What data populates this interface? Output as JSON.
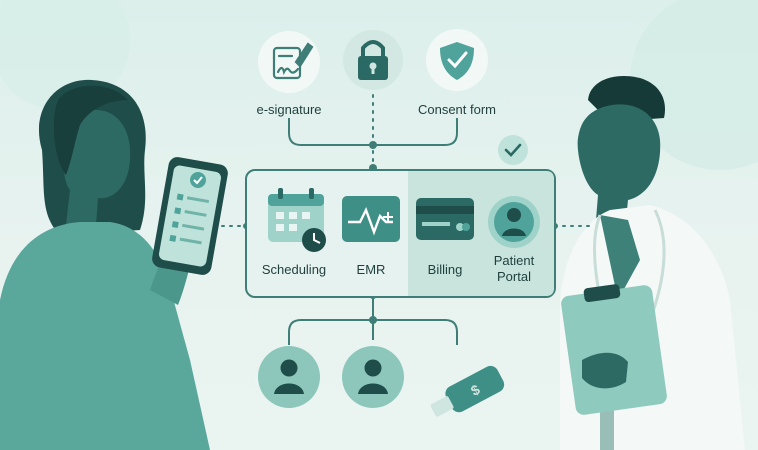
{
  "top_items": [
    {
      "label": "e-signature",
      "icon": "signature-pen-icon"
    },
    {
      "label": "",
      "icon": "padlock-icon"
    },
    {
      "label": "Consent form",
      "icon": "shield-check-icon"
    }
  ],
  "modules": [
    {
      "label": "Scheduling",
      "icon": "calendar-clock-icon"
    },
    {
      "label": "EMR",
      "icon": "heartbeat-chart-icon"
    },
    {
      "label": "Billing",
      "icon": "credit-card-icon"
    },
    {
      "label": "Patient\nPortal",
      "icon": "user-circle-icon"
    }
  ],
  "bottom_items": [
    {
      "icon": "user-avatar-icon"
    },
    {
      "icon": "user-avatar-icon"
    },
    {
      "icon": "usb-drive-dollar-icon"
    }
  ],
  "colors": {
    "teal_dark": "#2a6964",
    "teal_mid": "#4fa39a",
    "teal_light": "#9fd3c9",
    "badge_bg": "#cfe9e3",
    "panel_border": "#3e7e77"
  }
}
